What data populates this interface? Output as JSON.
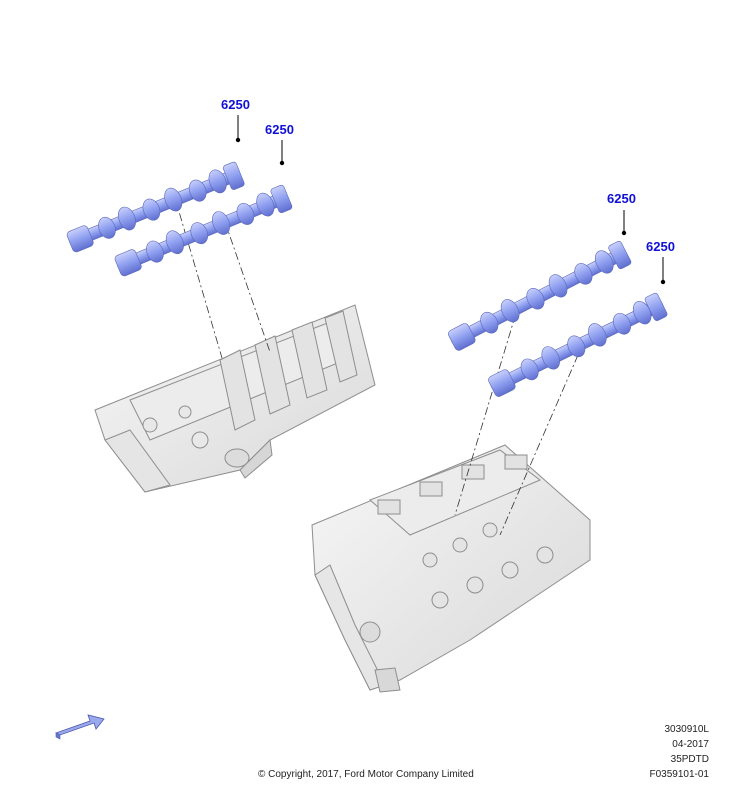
{
  "callouts": [
    "6250",
    "6250",
    "6250",
    "6250"
  ],
  "footer": {
    "code": "3030910L",
    "date": "04-2017",
    "model": "35PDTD",
    "figure": "F0359101-01",
    "copyright": "© Copyright, 2017, Ford Motor Company Limited"
  },
  "colors": {
    "camshaft": "#8f9ff0",
    "callout_text": "#1010d8",
    "head_outline": "#9a9a9a",
    "nav_arrow": "#9aa8ec"
  },
  "icons": [
    "camshaft",
    "cylinder-head",
    "navigation-arrow-icon"
  ]
}
